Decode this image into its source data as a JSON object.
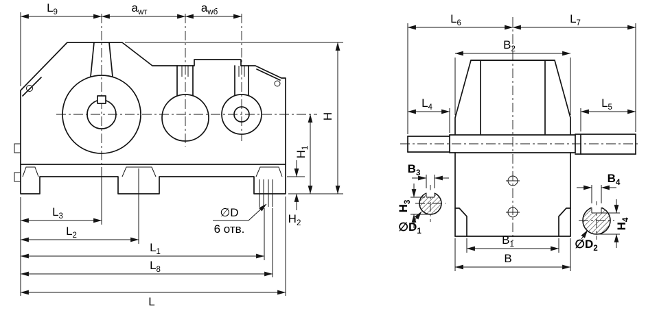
{
  "colors": {
    "line": "#141414",
    "background": "#ffffff"
  },
  "side_view": {
    "dims": {
      "L9": {
        "base": "L",
        "sub": "9"
      },
      "aw_t": {
        "base": "a",
        "sub": "wт"
      },
      "aw_b": {
        "base": "a",
        "sub": "wб"
      },
      "H": {
        "base": "H",
        "sub": ""
      },
      "H1": {
        "base": "H",
        "sub": "1"
      },
      "H2": {
        "base": "H",
        "sub": "2"
      },
      "L3": {
        "base": "L",
        "sub": "3"
      },
      "L2": {
        "base": "L",
        "sub": "2"
      },
      "L1": {
        "base": "L",
        "sub": "1"
      },
      "L8": {
        "base": "L",
        "sub": "8"
      },
      "L": {
        "base": "L",
        "sub": ""
      },
      "D": {
        "base": "∅D",
        "sub": ""
      },
      "holes_note": "6 отв."
    }
  },
  "front_view": {
    "dims": {
      "L6": {
        "base": "L",
        "sub": "6"
      },
      "L7": {
        "base": "L",
        "sub": "7"
      },
      "B2": {
        "base": "B",
        "sub": "2"
      },
      "L4": {
        "base": "L",
        "sub": "4"
      },
      "L5": {
        "base": "L",
        "sub": "5"
      },
      "B3": {
        "base": "B",
        "sub": "3"
      },
      "B4": {
        "base": "B",
        "sub": "4"
      },
      "H3": {
        "base": "H",
        "sub": "3"
      },
      "H4": {
        "base": "H",
        "sub": "4"
      },
      "D1": {
        "base": "∅D",
        "sub": "1"
      },
      "D2": {
        "base": "∅D",
        "sub": "2"
      },
      "B1": {
        "base": "B",
        "sub": "1"
      },
      "B": {
        "base": "B",
        "sub": ""
      }
    }
  }
}
